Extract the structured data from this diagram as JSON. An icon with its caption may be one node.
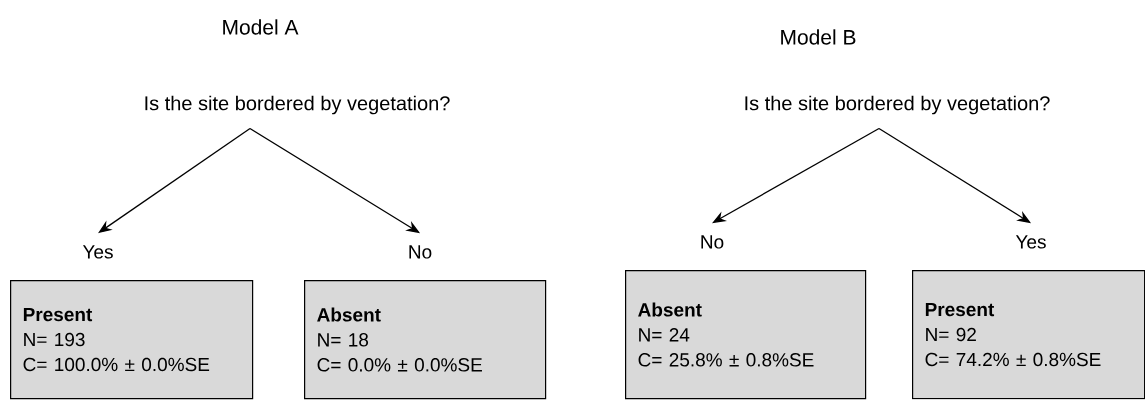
{
  "diagram": {
    "nodes": [
      {
        "text": [
          "Is the site bordered by vegetation?"
        ]
      },
      {
        "text": [
          "Yes"
        ]
      },
      {
        "text": [
          "No"
        ]
      },
      {
        "text": [
          "Present",
          "N= 193",
          "C= 100.0% ± 0.0%SE"
        ]
      },
      {
        "text": [
          "Absent",
          "N= 18",
          "C= 0.0% ± 0.0%SE"
        ]
      },
      {
        "text": [
          "Is the site bordered by vegetation?"
        ]
      },
      {
        "text": [
          "No"
        ]
      },
      {
        "text": [
          "Yes"
        ]
      },
      {
        "text": [
          "Absent",
          "N= 24",
          "C= 25.8% ± 0.8%SE"
        ]
      },
      {
        "text": [
          "Present",
          "N= 92",
          "C= 74.2% ± 0.8%SE"
        ]
      }
    ],
    "edges": [
      {
        "from": 0,
        "to": 1,
        "arrow": "to"
      },
      {
        "from": 0,
        "to": 2,
        "arrow": "to"
      },
      {
        "from": 5,
        "to": 6,
        "arrow": "to"
      },
      {
        "from": 5,
        "to": 7,
        "arrow": "to"
      }
    ],
    "labels": [
      "Model A",
      "Model B"
    ]
  }
}
